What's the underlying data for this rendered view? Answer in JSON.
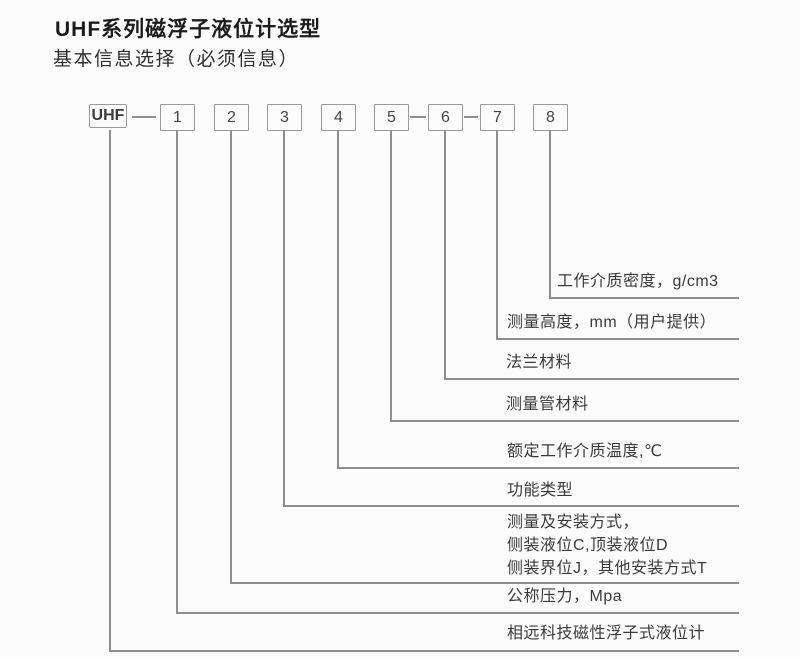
{
  "page": {
    "title": "UHF系列磁浮子液位计选型",
    "subtitle": "基本信息选择（必须信息）"
  },
  "diagram": {
    "prefix_label": "UHF",
    "box_labels": [
      "1",
      "2",
      "3",
      "4",
      "5",
      "6",
      "7",
      "8"
    ],
    "connector_labels": {
      "position_8": "工作介质密度，g/cm3",
      "position_7": "测量高度，mm（用户提供）",
      "position_6": "法兰材料",
      "position_5": "测量管材料",
      "position_4": "额定工作介质温度,℃",
      "position_3": "功能类型",
      "position_2_line1": "测量及安装方式，",
      "position_2_line2": "侧装液位C,顶装液位D",
      "position_2_line3": "侧装界位J，其他安装方式T",
      "position_1": "公称压力，Mpa",
      "prefix": "相远科技磁性浮子式液位计"
    }
  }
}
